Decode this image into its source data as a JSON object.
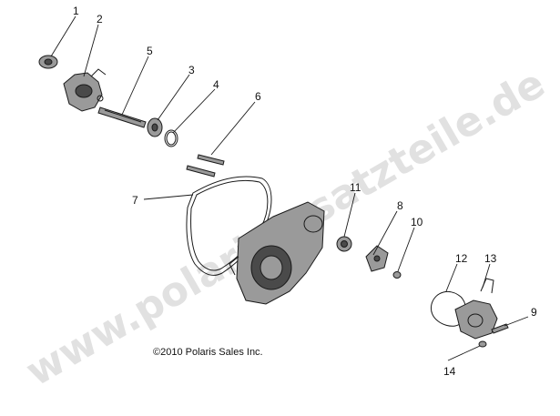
{
  "watermark": "www.polarisersatzteile.de",
  "copyright": "©2010 Polaris Sales Inc.",
  "callouts": [
    {
      "id": "c1",
      "label": "1"
    },
    {
      "id": "c2",
      "label": "2"
    },
    {
      "id": "c3",
      "label": "3"
    },
    {
      "id": "c4",
      "label": "4"
    },
    {
      "id": "c5",
      "label": "5"
    },
    {
      "id": "c6",
      "label": "6"
    },
    {
      "id": "c7",
      "label": "7"
    },
    {
      "id": "c8",
      "label": "8"
    },
    {
      "id": "c9",
      "label": "9"
    },
    {
      "id": "c10",
      "label": "10"
    },
    {
      "id": "c11",
      "label": "11"
    },
    {
      "id": "c12",
      "label": "12"
    },
    {
      "id": "c13",
      "label": "13"
    },
    {
      "id": "c14",
      "label": "14"
    }
  ]
}
